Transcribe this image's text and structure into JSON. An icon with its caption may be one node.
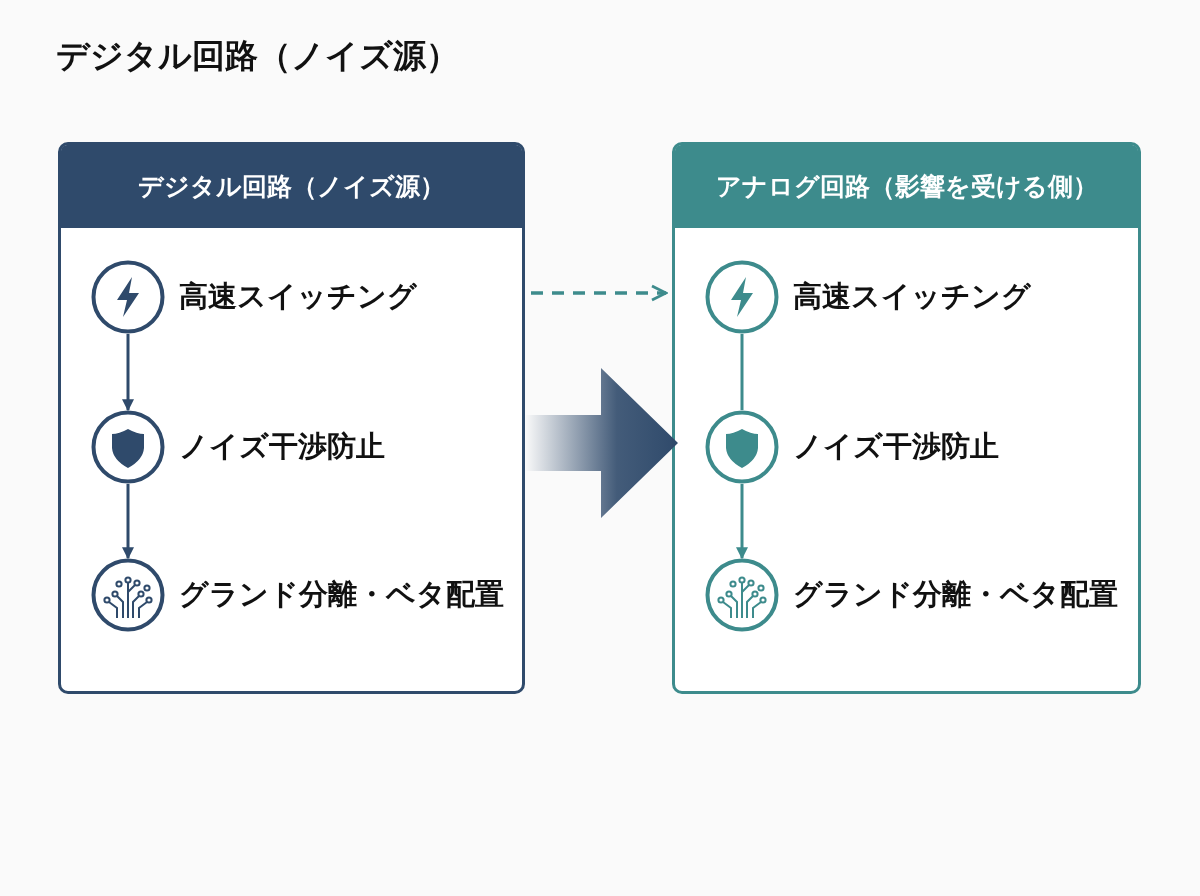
{
  "diagram": {
    "title": "デジタル回路（ノイズ源）",
    "nodes": [
      {
        "text": [
          "デジタル回路（ノイズ源）"
        ]
      },
      {
        "text": [
          "高速スイッチング"
        ],
        "in": 0
      },
      {
        "text": [
          "ノイズ干渉防止"
        ],
        "in": 0
      },
      {
        "text": [
          "グランド分離・ベタ配置"
        ],
        "in": 0
      },
      {
        "text": [
          "アナログ回路（影響を受ける側）"
        ]
      },
      {
        "text": [
          "高速スイッチング"
        ],
        "in": 4
      },
      {
        "text": [
          "ノイズ干渉防止"
        ],
        "in": 4
      },
      {
        "text": [
          "グランド分離・ベタ配置"
        ],
        "in": 4
      }
    ],
    "edges": [
      {
        "from": 1,
        "to": 2,
        "arrow": "to",
        "color": "#2f4a6b"
      },
      {
        "from": 2,
        "to": 3,
        "arrow": "to",
        "color": "#2f4a6b"
      },
      {
        "from": 5,
        "to": 6,
        "arrow": "none",
        "color": "#3d8b8c"
      },
      {
        "from": 6,
        "to": 7,
        "arrow": "to",
        "color": "#3d8b8c"
      },
      {
        "from": 0,
        "to": 4,
        "arrow": "to",
        "style": "dashed",
        "color": "#3d8b8c"
      },
      {
        "from": 0,
        "to": 4,
        "arrow": "to",
        "style": "thick",
        "color": "#2f4a6b"
      }
    ]
  }
}
